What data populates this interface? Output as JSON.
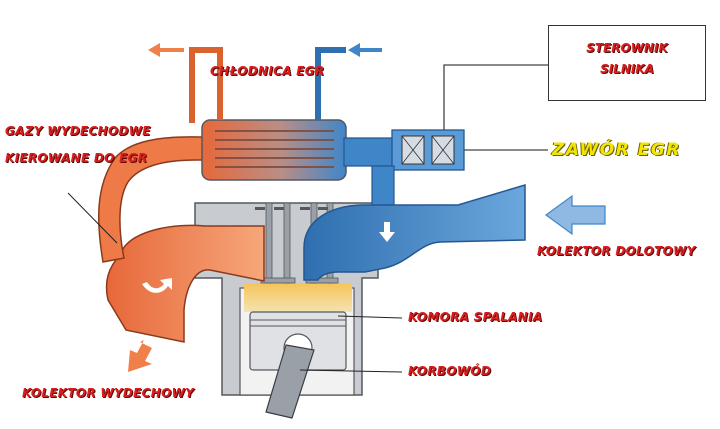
{
  "labels": {
    "egr_cooler": "CHŁODNICA EGR",
    "exhaust_gas_line1": "GAZY WYDECHODWE",
    "exhaust_gas_line2": "KIEROWANE DO EGR",
    "ecu_line1": "STEROWNIK",
    "ecu_line2": "SILNIKA",
    "egr_valve": "ZAWÓR  EGR",
    "intake_manifold": "KOLEKTOR DOLOTOWY",
    "combustion_chamber": "KOMORA SPALANIA",
    "connecting_rod": "KORBOWÓD",
    "exhaust_manifold": "KOLEKTOR WYDECHOWY"
  },
  "colors": {
    "hot_gas": "#f0804a",
    "hot_gas_dark": "#c9552a",
    "cool_air": "#3f86c9",
    "cool_air_dark": "#24578f",
    "engine_grey": "#c8cbd0",
    "engine_outline": "#55585e",
    "label_red": "#d81e1e",
    "label_yellow": "#f2e600"
  }
}
